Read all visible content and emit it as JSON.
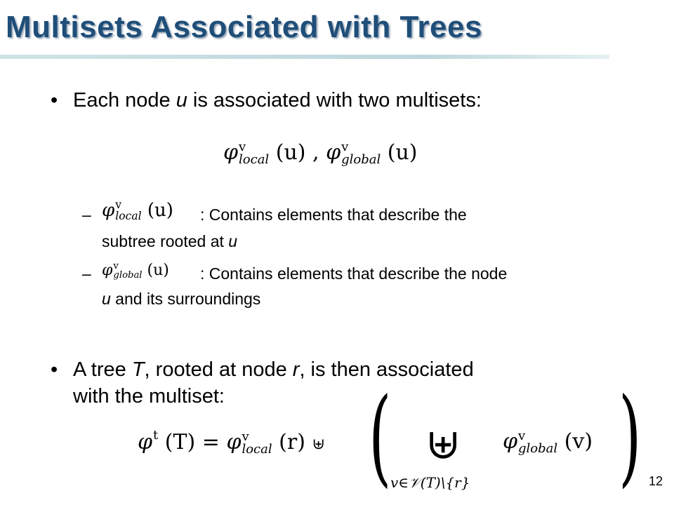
{
  "slide": {
    "title": "Multisets Associated with Trees",
    "page_number": "12"
  },
  "bullet1": {
    "prefix": "Each node ",
    "var": "u",
    "suffix": " is associated  with two multisets:"
  },
  "formula1": {
    "phi": "φ",
    "sup": "v",
    "sub_local": "local",
    "sub_global": "global",
    "arg": "(u)",
    "sep": " ,  "
  },
  "sub1": {
    "dash": "–",
    "text1": ":  Contains elements that describe the",
    "text2_prefix": "subtree rooted at ",
    "text2_var": "u"
  },
  "sub2": {
    "dash": "–",
    "text1": ": Contains elements that describe the node",
    "text2_var": "u",
    "text2_suffix": " and its surroundings"
  },
  "bullet2": {
    "p1": "A tree ",
    "v1": "T",
    "p2": ", rooted at node ",
    "v2": "r",
    "p3": ",  is then associated",
    "line2": "with the multiset:"
  },
  "formula2": {
    "lhs_phi": "φ",
    "lhs_sup": "t",
    "lhs_arg": "(T)",
    "eq": " = ",
    "local_arg": "(r)",
    "uplus": "⊎",
    "big_uplus": "⊎",
    "range": "v∈𝒱(T)\\{r}",
    "global_arg": "(v)",
    "lparen": "(",
    "rparen": ")"
  }
}
